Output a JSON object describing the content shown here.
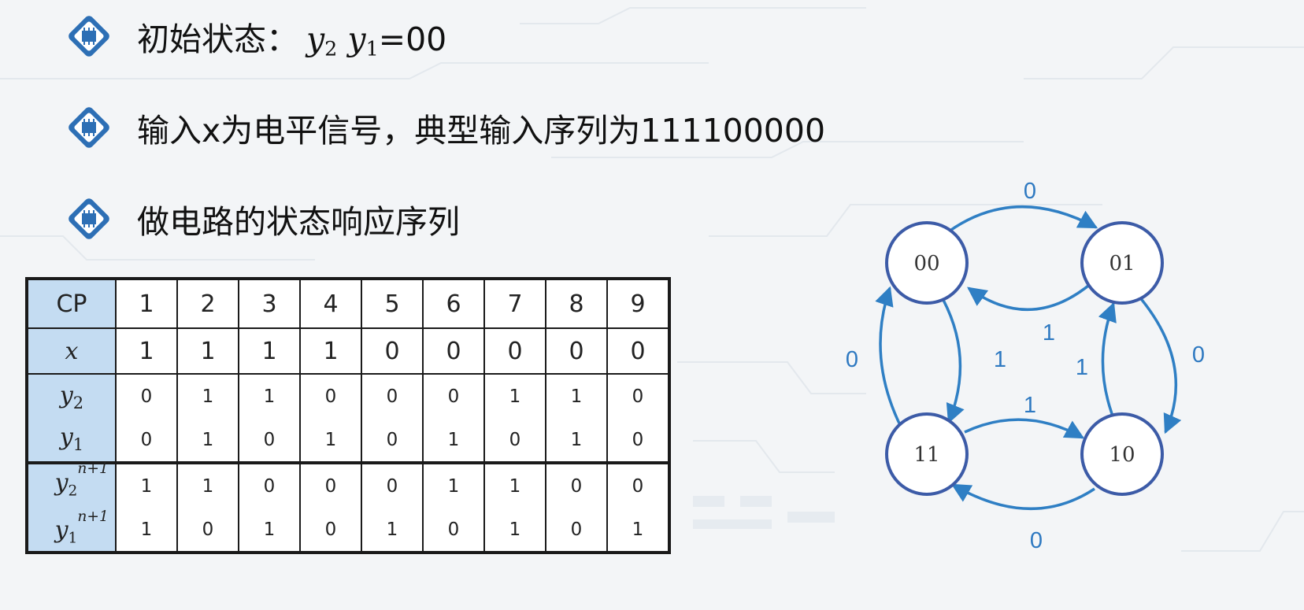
{
  "bullets": {
    "initial_label": "初始状态：",
    "initial_vars": "y",
    "initial_sub2": "2",
    "initial_sub1": "1",
    "initial_value": "=00",
    "input_text": "输入x为电平信号，典型输入序列为111100000",
    "task_text": "做电路的状态响应序列"
  },
  "table": {
    "headers": {
      "cp": "CP",
      "x": "x",
      "y_var": "y",
      "sub2": "2",
      "sub1": "1",
      "next_sup": "n+1"
    },
    "cp": [
      "1",
      "2",
      "3",
      "4",
      "5",
      "6",
      "7",
      "8",
      "9"
    ],
    "x": [
      "1",
      "1",
      "1",
      "1",
      "0",
      "0",
      "0",
      "0",
      "0"
    ],
    "y2": [
      "0",
      "1",
      "1",
      "0",
      "0",
      "0",
      "1",
      "1",
      "0"
    ],
    "y1": [
      "0",
      "1",
      "0",
      "1",
      "0",
      "1",
      "0",
      "1",
      "0"
    ],
    "y2_next": [
      "1",
      "1",
      "0",
      "0",
      "0",
      "1",
      "1",
      "0",
      "0"
    ],
    "y1_next": [
      "1",
      "0",
      "1",
      "0",
      "1",
      "0",
      "1",
      "0",
      "1"
    ]
  },
  "diagram": {
    "states": [
      "00",
      "01",
      "11",
      "10"
    ],
    "edge_labels": {
      "s00_to_s01": "0",
      "s01_to_s00": "1",
      "s01_to_s10": "0",
      "s10_to_s01": "1",
      "s10_to_s11": "0",
      "s11_to_s10": "1",
      "s11_to_s00": "0",
      "s00_to_s11": "1"
    },
    "colors": {
      "node_stroke": "#3c5ba7",
      "edge": "#2f7fc4",
      "label": "#2e79c1"
    }
  },
  "colors": {
    "header_fill": "#c4dcf2",
    "background": "#f3f5f7",
    "icon_blue": "#2d6fb5"
  }
}
